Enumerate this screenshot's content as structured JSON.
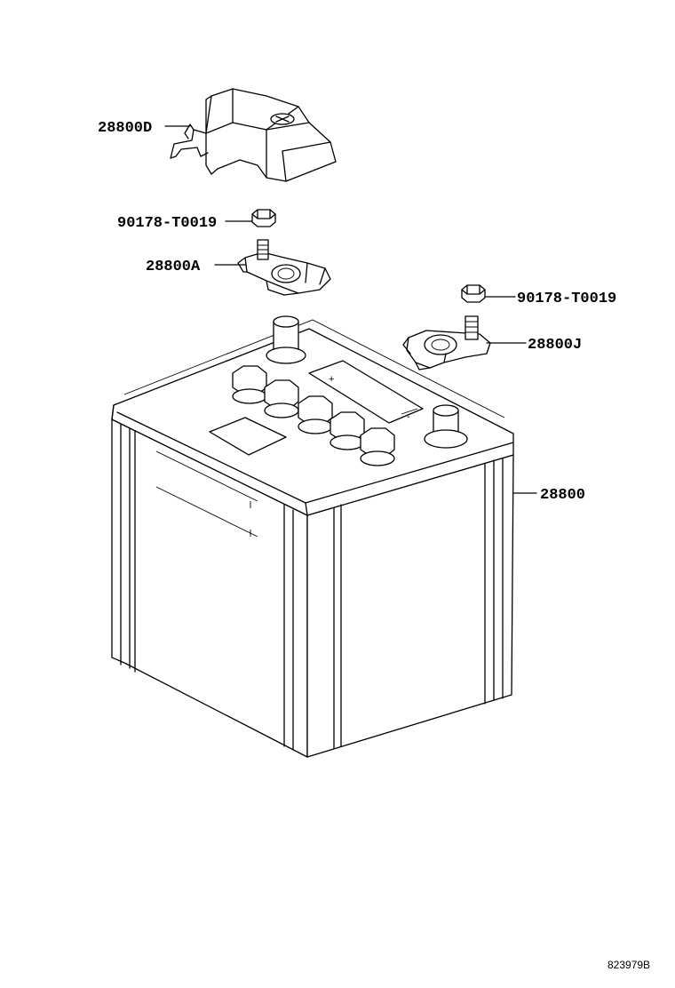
{
  "labels": {
    "battery_cover": "28800D",
    "bolt_upper": "90178-T0019",
    "terminal_a": "28800A",
    "bolt_right": "90178-T0019",
    "terminal_j": "28800J",
    "battery": "28800"
  },
  "battery_marks": {
    "plus": "+",
    "minus": "-"
  },
  "diagram_code": "823979B"
}
